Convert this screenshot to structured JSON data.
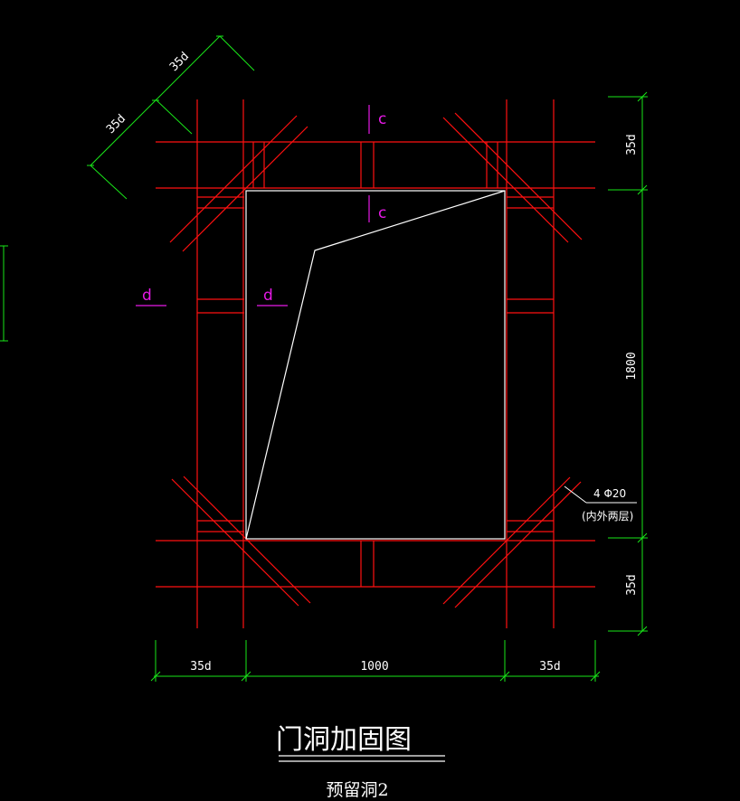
{
  "drawing": {
    "title": "门洞加固图",
    "subtitle": "预留洞2",
    "dimensions": {
      "top_right": "35d",
      "right_mid": "1800",
      "bottom_right": "35d",
      "bottom_left": "35d",
      "bottom_mid": "1000",
      "bottom_right_h": "35d",
      "diag_upper": "35d",
      "diag_lower": "35d"
    },
    "section_marks": {
      "c_top": "c",
      "c_inner": "c",
      "d_outer": "d",
      "d_inner": "d"
    },
    "rebar_note": {
      "line1": "4 Φ20",
      "line2": "(内外两层)"
    },
    "colors": {
      "rebar": "#ff1010",
      "dimension": "#19e619",
      "opening": "#ffffff",
      "section_mark": "#e619e6",
      "background": "#000000"
    }
  }
}
